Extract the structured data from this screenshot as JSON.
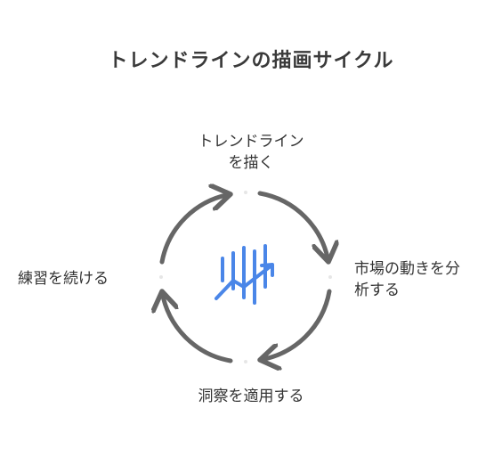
{
  "title": "トレンドラインの描画サイクル",
  "steps": {
    "top": {
      "line1": "トレンドライン",
      "line2": "を描く"
    },
    "right": {
      "line1": "市場の動きを分",
      "line2": "析する"
    },
    "bottom": {
      "line1": "洞察を適用する"
    },
    "left": {
      "line1": "練習を続ける"
    }
  },
  "center_icon": "trend-chart-icon",
  "colors": {
    "arrow": "#666666",
    "icon": "#4a86e8",
    "text": "#333333"
  }
}
